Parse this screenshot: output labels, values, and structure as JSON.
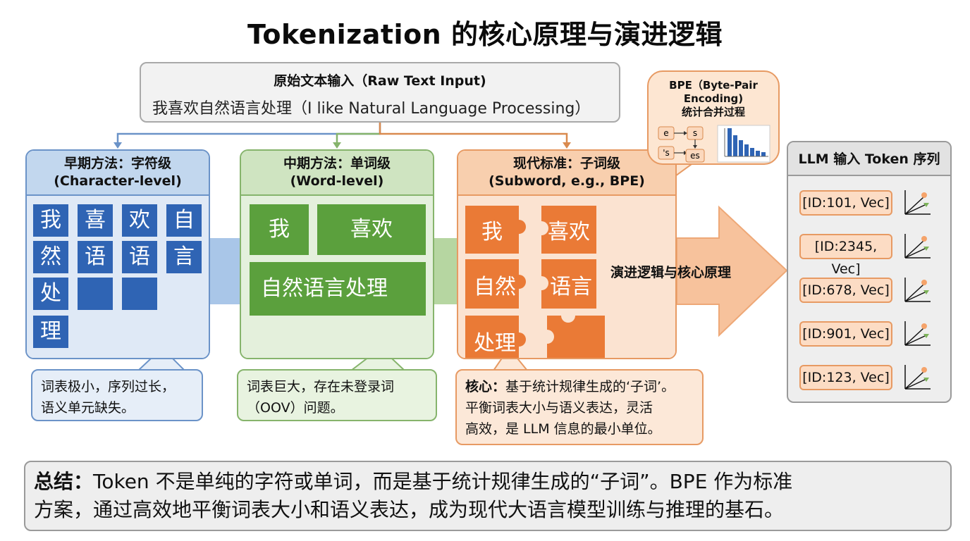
{
  "title": "Tokenization 的核心原理与演进逻辑",
  "raw_input": {
    "header": "原始文本输入（Raw Text Input)",
    "text": "我喜欢自然语言处理（I like Natural Language Processing）"
  },
  "panels": {
    "char": {
      "title_line1": "早期方法：字符级",
      "title_line2": "(Character-level)",
      "tiles": [
        "我",
        "喜",
        "欢",
        "自",
        "然",
        "语",
        "语",
        "言",
        "处",
        "",
        "",
        "理"
      ],
      "callout": [
        "词表极小，序列过长，",
        "语义单元缺失。"
      ]
    },
    "word": {
      "title_line1": "中期方法：单词级",
      "title_line2": "(Word-level)",
      "tiles": [
        "我",
        "喜欢",
        "自然语言处理"
      ],
      "callout": [
        "词表巨大，存在未登录词",
        "（OOV）问题。"
      ]
    },
    "sub": {
      "title_line1": "现代标准：子词级",
      "title_line2": "(Subword, e.g., BPE)",
      "tiles": [
        "我",
        "喜欢",
        "自然",
        "语言",
        "处理",
        ""
      ],
      "callout_bold": "核心：",
      "callout": [
        "基于统计规律生成的‘子词’。",
        "平衡词表大小与语义表达，灵活",
        "高效，是 LLM 信息的最小单位。"
      ]
    }
  },
  "bpe": {
    "title_line1": "BPE（Byte-Pair",
    "title_line2": "Encoding)",
    "title_line3": "统计合并过程",
    "merges": [
      "e",
      "s",
      "'s",
      "es"
    ]
  },
  "evolution_label": "演进逻辑与核心原理",
  "llm": {
    "header": "LLM 输入 Token 序列",
    "tokens": [
      "[ID:101, Vec]",
      "[ID:2345, Vec]",
      "[ID:678, Vec]",
      "[ID:901, Vec]",
      "[ID:123, Vec]"
    ]
  },
  "summary": {
    "bold": "总结：",
    "line1": "Token 不是单纯的字符或单词，而是基于统计规律生成的“子词”。BPE 作为标准",
    "line2": "方案，通过高效地平衡词表大小和语义表达，成为现代大语言模型训练与推理的基石。"
  },
  "colors": {
    "char_blue": "#2f64b4",
    "word_green": "#5ba03d",
    "sub_orange": "#ea7a36",
    "arrow_orange": "#f5b98e"
  }
}
